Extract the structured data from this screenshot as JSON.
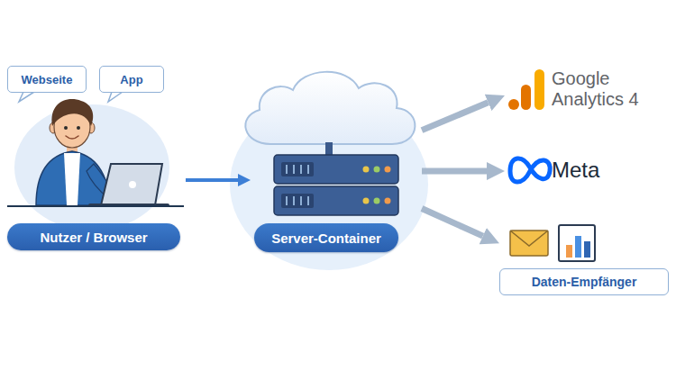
{
  "diagram": {
    "nodes": [
      {
        "text": [
          "Webseite"
        ]
      },
      {
        "text": [
          "App"
        ]
      },
      {
        "text": [
          "Nutzer / Browser"
        ]
      },
      {
        "text": [
          "Server-Container"
        ]
      },
      {
        "text": [
          "Google Analytics 4"
        ]
      },
      {
        "text": [
          "Meta"
        ]
      },
      {
        "text": [
          "Daten-Empfänger"
        ]
      }
    ],
    "edges": [
      {
        "from": 2,
        "to": 3,
        "arrow": "to"
      },
      {
        "from": 3,
        "to": 4,
        "arrow": "to"
      },
      {
        "from": 3,
        "to": 5,
        "arrow": "to"
      },
      {
        "from": 3,
        "to": 6,
        "arrow": "to"
      }
    ]
  }
}
